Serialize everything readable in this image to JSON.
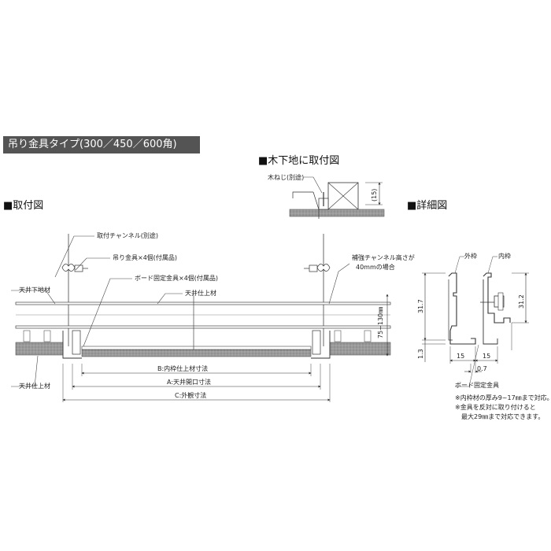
{
  "banner": "吊り金具タイプ(300／450／600角)",
  "headings": {
    "mount": "■取付図",
    "wood": "■木下地に取付図",
    "detail": "■詳細図"
  },
  "mount": {
    "labels": {
      "channel": "取付チャンネル(別途)",
      "hanger": "吊り金具×4個(付属品)",
      "board_bracket": "ボード固定金具×4個(付属品)",
      "ceiling_finish_top": "天井仕上材",
      "ceiling_base": "天井下地材",
      "ceiling_finish": "天井仕上材",
      "reinforce_1": "補強チャンネル高さが",
      "reinforce_2": "40mmの場合",
      "height_dim": "75~130㎜"
    },
    "dims": {
      "b": "B:内枠仕上材寸法",
      "a": "A:天井開口寸法",
      "c": "C:外観寸法"
    }
  },
  "wood": {
    "screw": "木ねじ(別途)",
    "dim": "(15)"
  },
  "detail": {
    "outer": "外枠",
    "inner": "内枠",
    "d317": "31.7",
    "d312": "31.2",
    "d13": "1.3",
    "d15a": "15",
    "d15b": "15",
    "d07": "0.7",
    "bracket": "ボード固定金具",
    "note1": "※内枠材の厚み9~17㎜まで対応。",
    "note2": "※金具を反対に取り付けると",
    "note3": "最大29㎜まで対応できます。"
  }
}
